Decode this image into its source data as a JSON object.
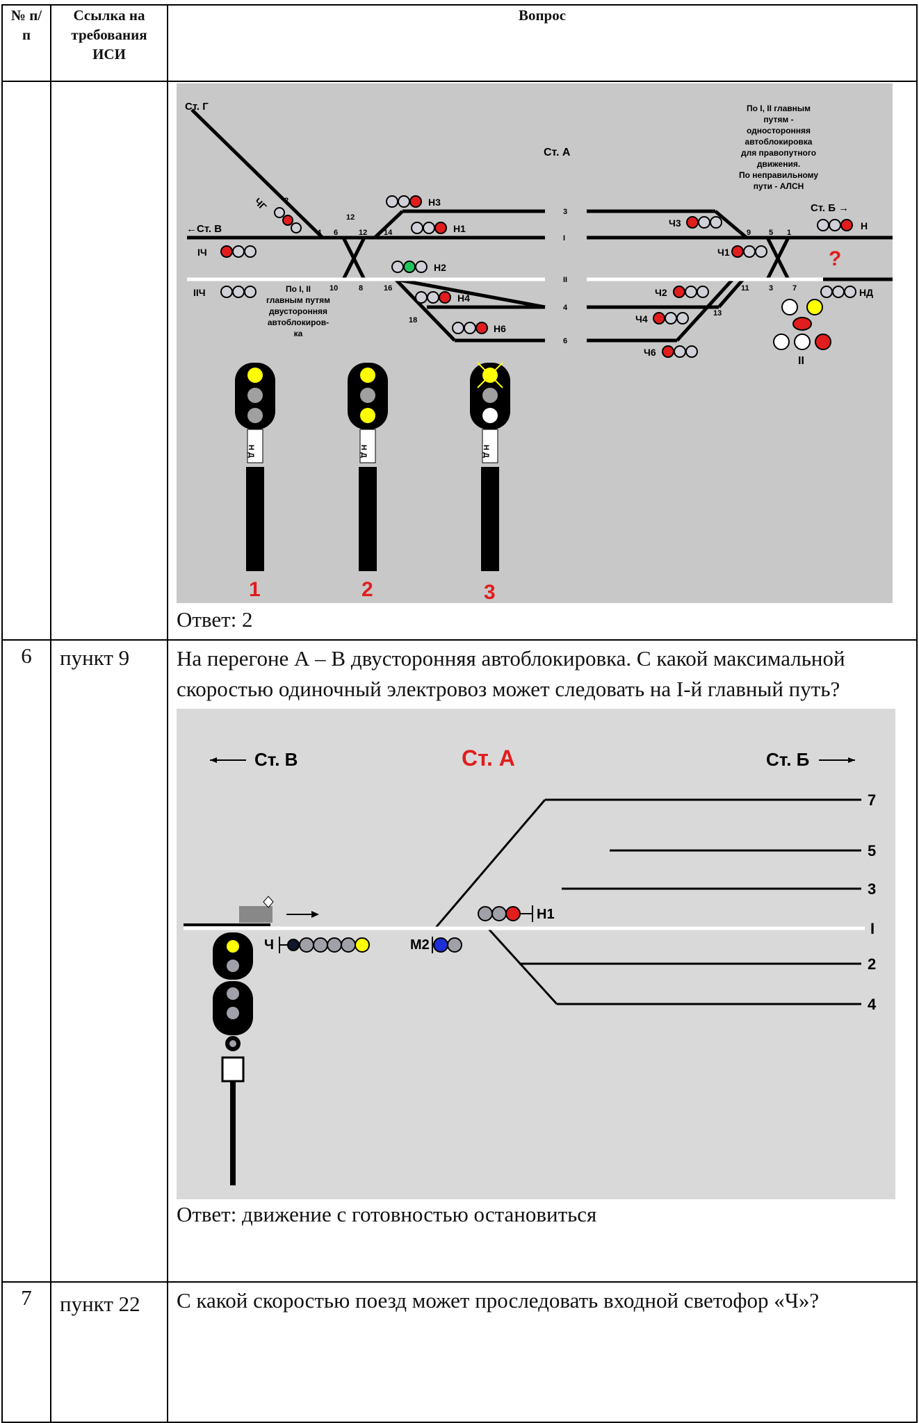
{
  "header": {
    "col_num": "№ п/п",
    "col_ref": "Ссылка на требования ИСИ",
    "col_q": "Вопрос"
  },
  "row5": {
    "answer": "Ответ: 2",
    "fig": {
      "st_g": "Ст. Г",
      "st_v": "←Ст. В",
      "st_a": "Ст. А",
      "st_b": "Ст. Б →",
      "note_right": [
        "По I, II главным",
        "путям -",
        "односторонняя",
        "автоблокировка",
        "для правопутного",
        "движения.",
        "По неправильному",
        "пути - АЛСН"
      ],
      "note_left": [
        "По I, II",
        "главным путям",
        "двусторонняя",
        "автоблокиров-",
        "ка"
      ],
      "signals": [
        "ЧГ",
        "IЧ",
        "IIЧ",
        "Н3",
        "Н1",
        "Н2",
        "Н4",
        "Н6",
        "Ч3",
        "Ч1",
        "Ч2",
        "Ч4",
        "Ч6",
        "Н",
        "НД"
      ],
      "tracks": [
        "3",
        "I",
        "II",
        "4",
        "6"
      ],
      "switch_nums": [
        "2",
        "12",
        "4",
        "6",
        "12",
        "14",
        "10",
        "8",
        "16",
        "18",
        "9",
        "5",
        "1",
        "11",
        "3",
        "7",
        "13"
      ],
      "question_mark": "?",
      "track_II": "II",
      "options": [
        "1",
        "2",
        "3"
      ],
      "plate": "Н Д"
    }
  },
  "row6": {
    "num": "6",
    "ref": "пункт 9",
    "question": "На перегоне А – В двусторонняя автоблокировка. С какой максимальной скоростью одиночный электровоз может следовать на I-й главный путь?",
    "answer": "Ответ: движение с готовностью остановиться",
    "fig": {
      "st_v": "Ст. В",
      "st_a": "Ст. А",
      "st_b": "Ст. Б",
      "signal_ch": "Ч",
      "signal_m2": "М2",
      "signal_n1": "Н1",
      "tracks": [
        "7",
        "5",
        "3",
        "I",
        "2",
        "4"
      ]
    }
  },
  "row7": {
    "num": "7",
    "ref": "пункт 22",
    "question": "С какой скоростью поезд может проследовать входной светофор «Ч»?"
  },
  "colors": {
    "fig_bg": "#c8c8c8",
    "fig2_bg": "#d9d9d9",
    "red": "#e11d1d",
    "yellow": "#ffff00",
    "green": "#22c55e"
  }
}
